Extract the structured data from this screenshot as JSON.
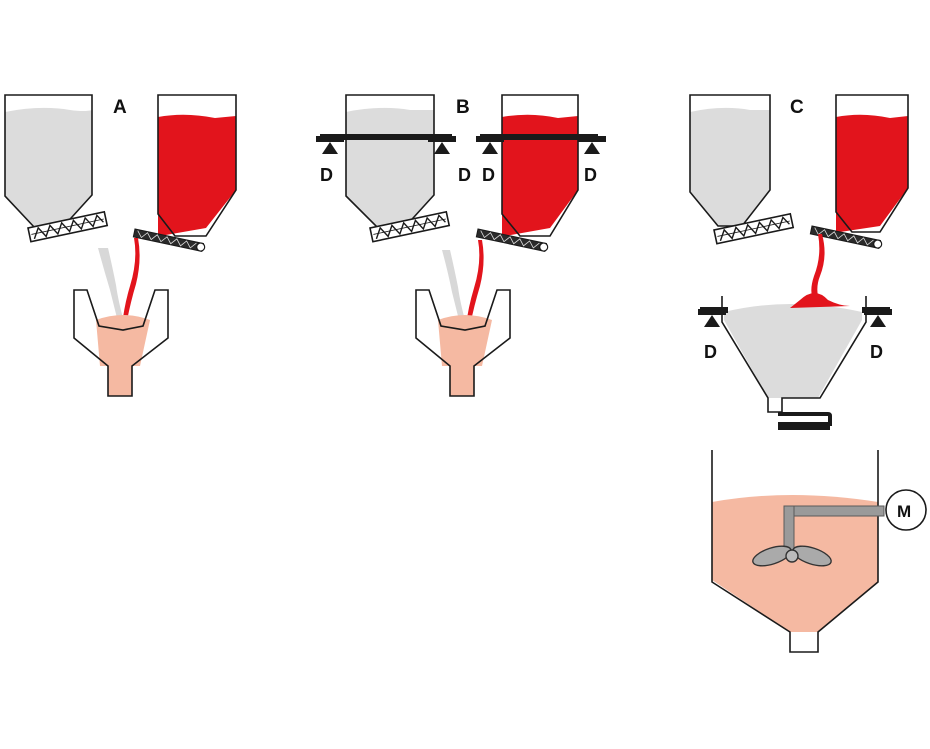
{
  "labels": {
    "panel_a": "A",
    "panel_b": "B",
    "panel_c": "C",
    "scale": "D",
    "motor": "M"
  },
  "colors": {
    "outline": "#1a1a1a",
    "grey_powder": "#dcdcdc",
    "red_powder": "#e2141c",
    "mix": "#f5b9a2",
    "stream_grey": "#d8d8d8",
    "shaft": "#9a9a9a",
    "blade": "#aaaaaa"
  },
  "icons": {
    "scale": "weighing-scale-icon",
    "screw": "screw-feeder-icon",
    "motor": "motor-icon",
    "impeller": "impeller-icon"
  }
}
